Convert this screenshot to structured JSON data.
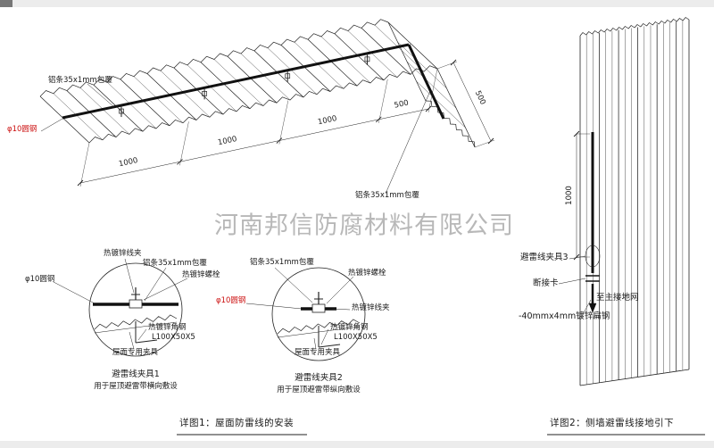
{
  "watermark": "河南邦信防腐材料有限公司",
  "colors": {
    "ink": "#1a1a1a",
    "red": "#cc1111",
    "watermark": "#8a8a8a"
  },
  "roof": {
    "label_aluminum_top": "铝条35x1mm包覆",
    "label_aluminum_right": "铝条35x1mm包覆",
    "label_round_steel": "φ10圆钢",
    "dim_1000_1": "1000",
    "dim_1000_2": "1000",
    "dim_1000_3": "1000",
    "dim_500": "500",
    "dim_500_side": "500"
  },
  "detail1": {
    "label_wire_clamp": "热镀锌线夹",
    "label_aluminum": "铝条35x1mm包覆",
    "label_bolt": "热镀锌螺栓",
    "label_round_steel": "φ10圆钢",
    "label_angle_steel": "热镀锌角钢",
    "label_angle_spec": "L100X50X5",
    "label_roof_clamp": "屋面专用夹具",
    "title": "避雷线夹具1",
    "subtitle": "用于屋顶避雷带横向敷设"
  },
  "detail2": {
    "label_aluminum": "铝条35x1mm包覆",
    "label_bolt": "热镀锌螺栓",
    "label_round_steel": "φ10圆钢",
    "label_wire_clamp": "热镀锌线夹",
    "label_angle_steel": "热镀锌角钢",
    "label_angle_spec": "L100X50X5",
    "label_roof_clamp": "屋面专用夹具",
    "title": "避雷线夹具2",
    "subtitle": "用于屋顶避雷带纵向敷设"
  },
  "wall": {
    "dim_1000": "1000",
    "label_clamp3": "避雷线夹具3",
    "label_disconnect": "断接卡",
    "label_to_ground": "至主接地网",
    "label_flat_steel": "-40mmx4mm镀锌扁钢"
  },
  "captions": {
    "figure1": "详图1：屋面防雷线的安装",
    "figure2": "详图2：侧墙避雷线接地引下"
  }
}
